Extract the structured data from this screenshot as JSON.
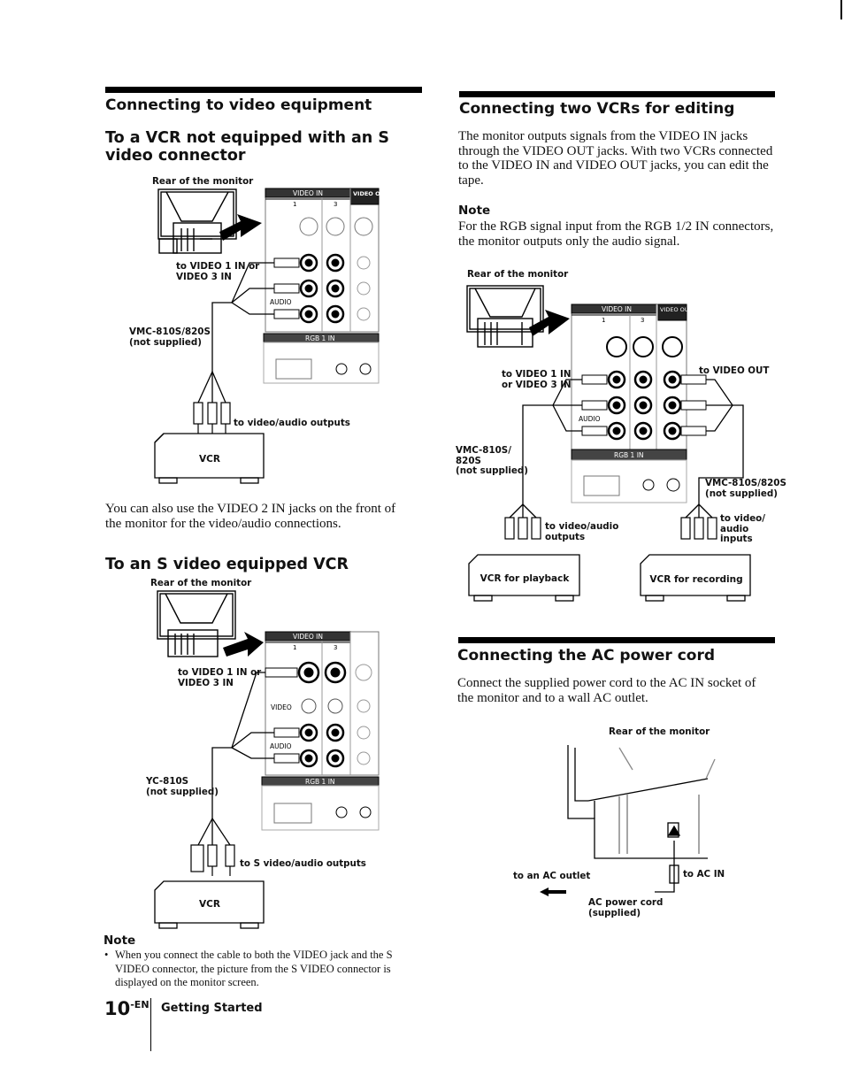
{
  "left": {
    "section_title": "Connecting to video equipment",
    "sub1": {
      "title": "To a VCR not equipped with an S video connector",
      "rear_label": "Rear of the monitor",
      "jack_label": "to VIDEO 1 IN or\nVIDEO 3 IN",
      "cable_label": "VMC-810S/820S\n(not supplied)",
      "outputs_label": "to video/audio outputs",
      "vcr_label": "VCR",
      "panel_header_in": "VIDEO IN",
      "panel_header_out": "VIDEO OUT",
      "panel_col_1": "1",
      "panel_col_3": "3",
      "panel_audio": "AUDIO",
      "panel_rgb": "RGB 1 IN"
    },
    "sub1_text": "You can also use the VIDEO 2 IN jacks on the front of the monitor for the video/audio connections.",
    "sub2": {
      "title": "To an S video equipped VCR",
      "rear_label": "Rear of the monitor",
      "jack_label": "to VIDEO 1 IN or\nVIDEO 3 IN",
      "cable_label": "YC-810S\n(not supplied)",
      "outputs_label": "to S video/audio outputs",
      "vcr_label": "VCR",
      "panel_header_in": "VIDEO IN",
      "panel_col_1": "1",
      "panel_col_3": "3",
      "panel_video": "VIDEO",
      "panel_audio": "AUDIO",
      "panel_rgb": "RGB 1 IN"
    },
    "note_label": "Note",
    "note_items": [
      "When you connect the cable to both the VIDEO jack and the S VIDEO connector, the picture from the S VIDEO connector is displayed on the monitor screen."
    ]
  },
  "right": {
    "vcr_section": {
      "title": "Connecting two VCRs for editing",
      "text": "The monitor outputs signals from the VIDEO IN jacks through the VIDEO OUT jacks. With two VCRs connected to the VIDEO IN and VIDEO OUT jacks, you can edit the tape.",
      "note_label": "Note",
      "note_text": "For the RGB signal input from the RGB 1/2 IN connectors, the monitor outputs only the audio signal.",
      "diagram": {
        "rear_label": "Rear of the monitor",
        "jack_in_label": "to VIDEO 1 IN\nor VIDEO 3 IN",
        "jack_out_label": "to VIDEO OUT",
        "cable_left_label": "VMC-810S/\n820S\n(not supplied)",
        "cable_right_label": "VMC-810S/820S\n(not supplied)",
        "outputs_label": "to video/audio\noutputs",
        "inputs_label": "to video/\naudio\ninputs",
        "vcr_playback": "VCR for playback",
        "vcr_recording": "VCR for recording",
        "panel_header_in": "VIDEO IN",
        "panel_header_out": "VIDEO OUT",
        "panel_col_1": "1",
        "panel_col_3": "3",
        "panel_audio": "AUDIO",
        "panel_rgb": "RGB 1 IN"
      }
    },
    "power_section": {
      "title": "Connecting the AC power cord",
      "text": "Connect the supplied power cord to the AC IN socket of the monitor and to a wall AC outlet.",
      "rear_label": "Rear of the monitor",
      "outlet_label": "to an AC outlet",
      "acin_label": "to AC IN",
      "cord_label": "AC power cord\n(supplied)"
    }
  },
  "footer": {
    "page_number": "10",
    "page_suffix": "-EN",
    "section": "Getting Started"
  }
}
